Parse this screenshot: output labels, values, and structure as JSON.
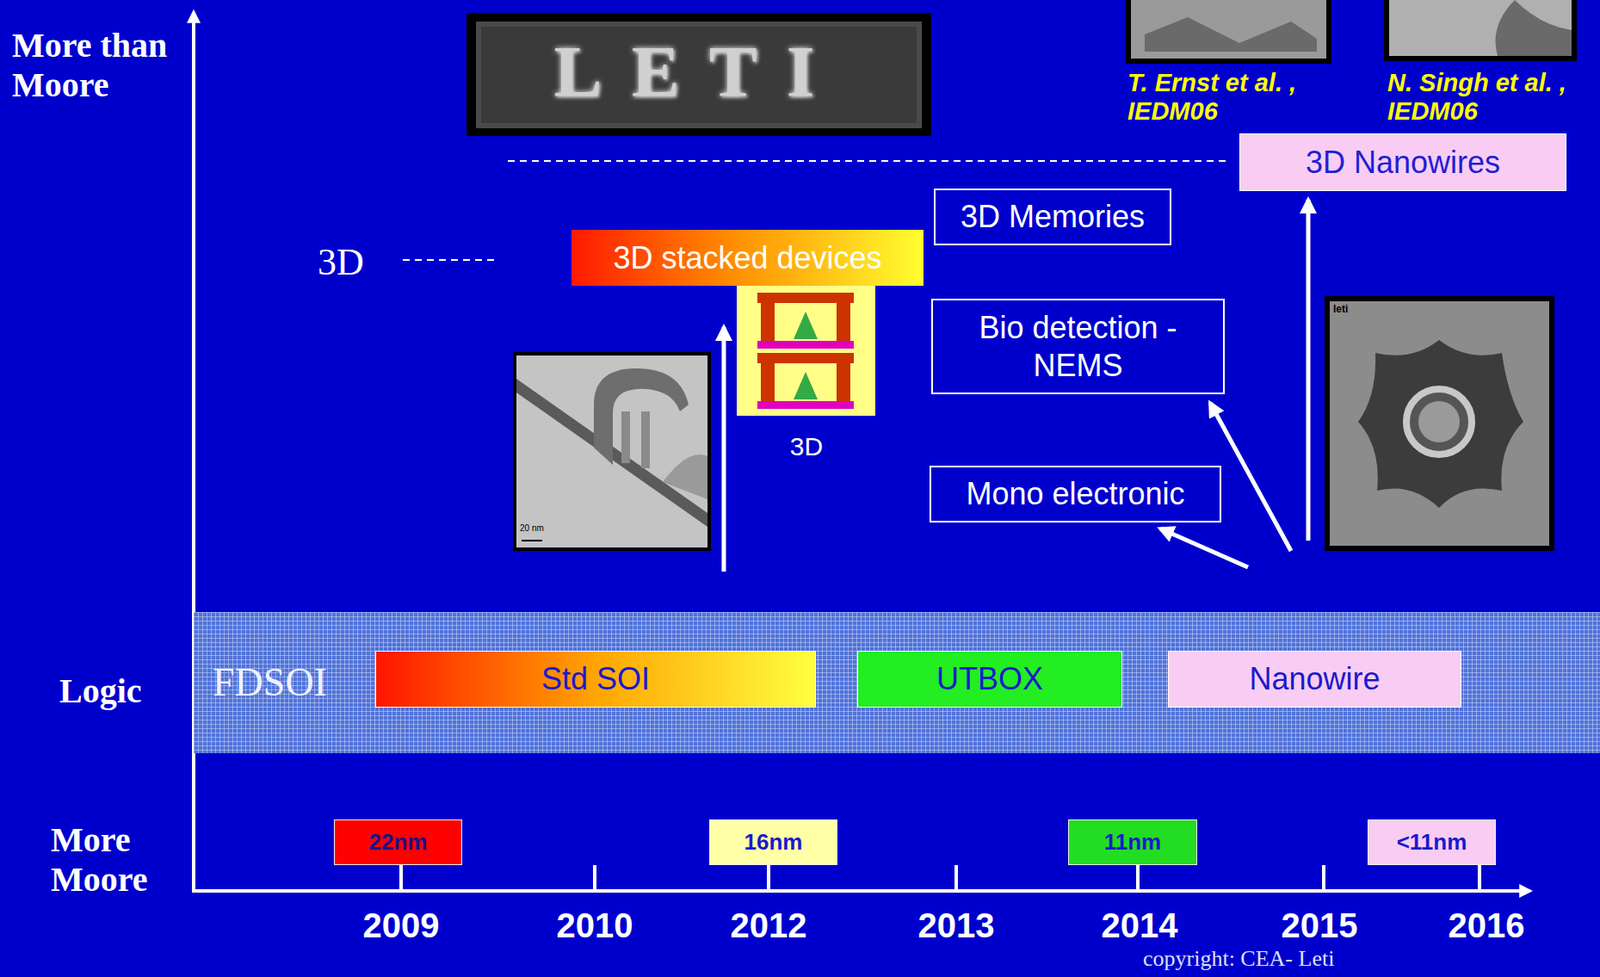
{
  "diagram": {
    "nodes": [
      {
        "text": [
          "3D Nanowires"
        ]
      },
      {
        "text": [
          "3D Memories"
        ]
      },
      {
        "text": [
          "3D stacked devices"
        ]
      },
      {
        "text": [
          "Bio detection - NEMS"
        ]
      },
      {
        "text": [
          "Mono electronic"
        ]
      },
      {
        "text": [
          "FDSOI"
        ]
      },
      {
        "text": [
          "Std SOI"
        ],
        "in": 5
      },
      {
        "text": [
          "UTBOX"
        ],
        "in": 5
      },
      {
        "text": [
          "Nanowire"
        ],
        "in": 5
      },
      {
        "text": [
          "22nm"
        ]
      },
      {
        "text": [
          "16nm"
        ]
      },
      {
        "text": [
          "11nm"
        ]
      },
      {
        "text": [
          "<11nm"
        ]
      }
    ],
    "labels": [
      "LETI",
      "T. Ernst et al. , IEDM06",
      "N. Singh et al. , IEDM06",
      "More than Moore",
      "3D",
      "3D",
      "20 nm",
      "leti",
      "Logic",
      "More Moore",
      "2009",
      "2010",
      "2012",
      "2013",
      "2014",
      "2015",
      "2016",
      "copyright: CEA- Leti"
    ]
  }
}
